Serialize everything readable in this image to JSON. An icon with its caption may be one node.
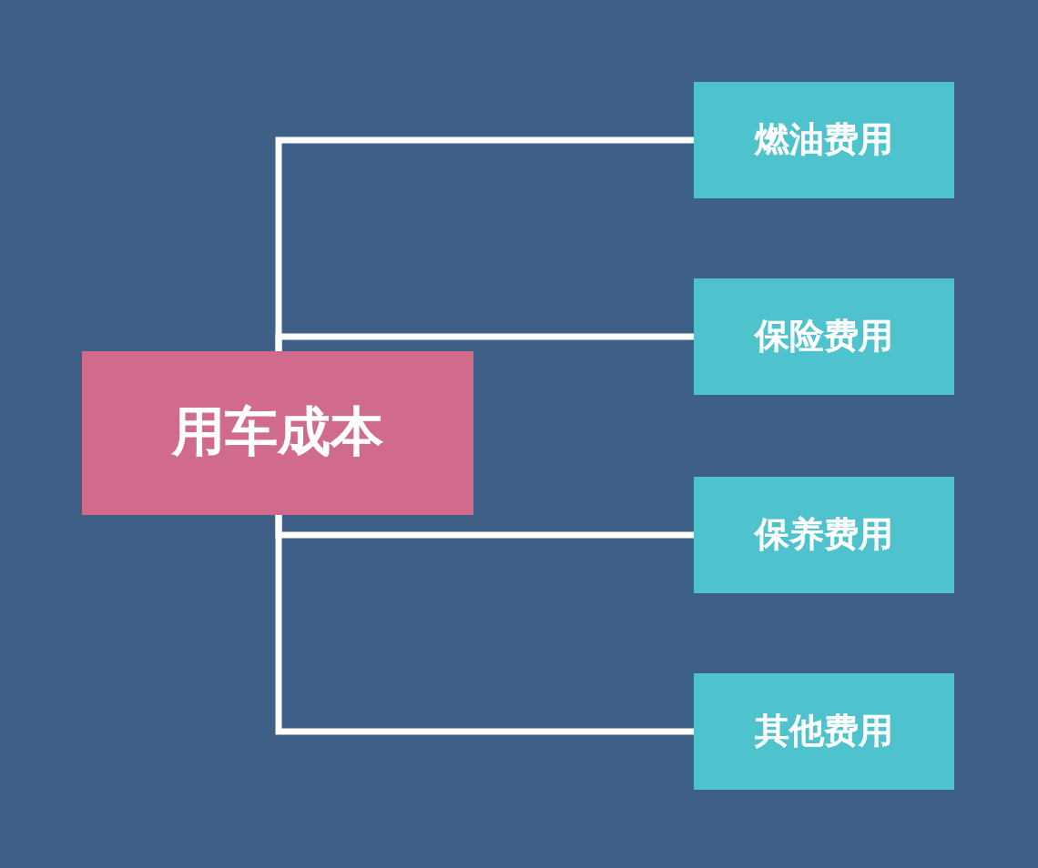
{
  "diagram": {
    "nodes": [
      {
        "text": [
          "用车成本"
        ]
      },
      {
        "text": [
          "燃油费用"
        ]
      },
      {
        "text": [
          "保险费用"
        ]
      },
      {
        "text": [
          "保养费用"
        ]
      },
      {
        "text": [
          "其他费用"
        ]
      }
    ],
    "edges": [
      {
        "from": 0,
        "to": 1,
        "arrow": "none"
      },
      {
        "from": 0,
        "to": 2,
        "arrow": "none"
      },
      {
        "from": 0,
        "to": 3,
        "arrow": "none"
      },
      {
        "from": 0,
        "to": 4,
        "arrow": "none"
      }
    ]
  }
}
